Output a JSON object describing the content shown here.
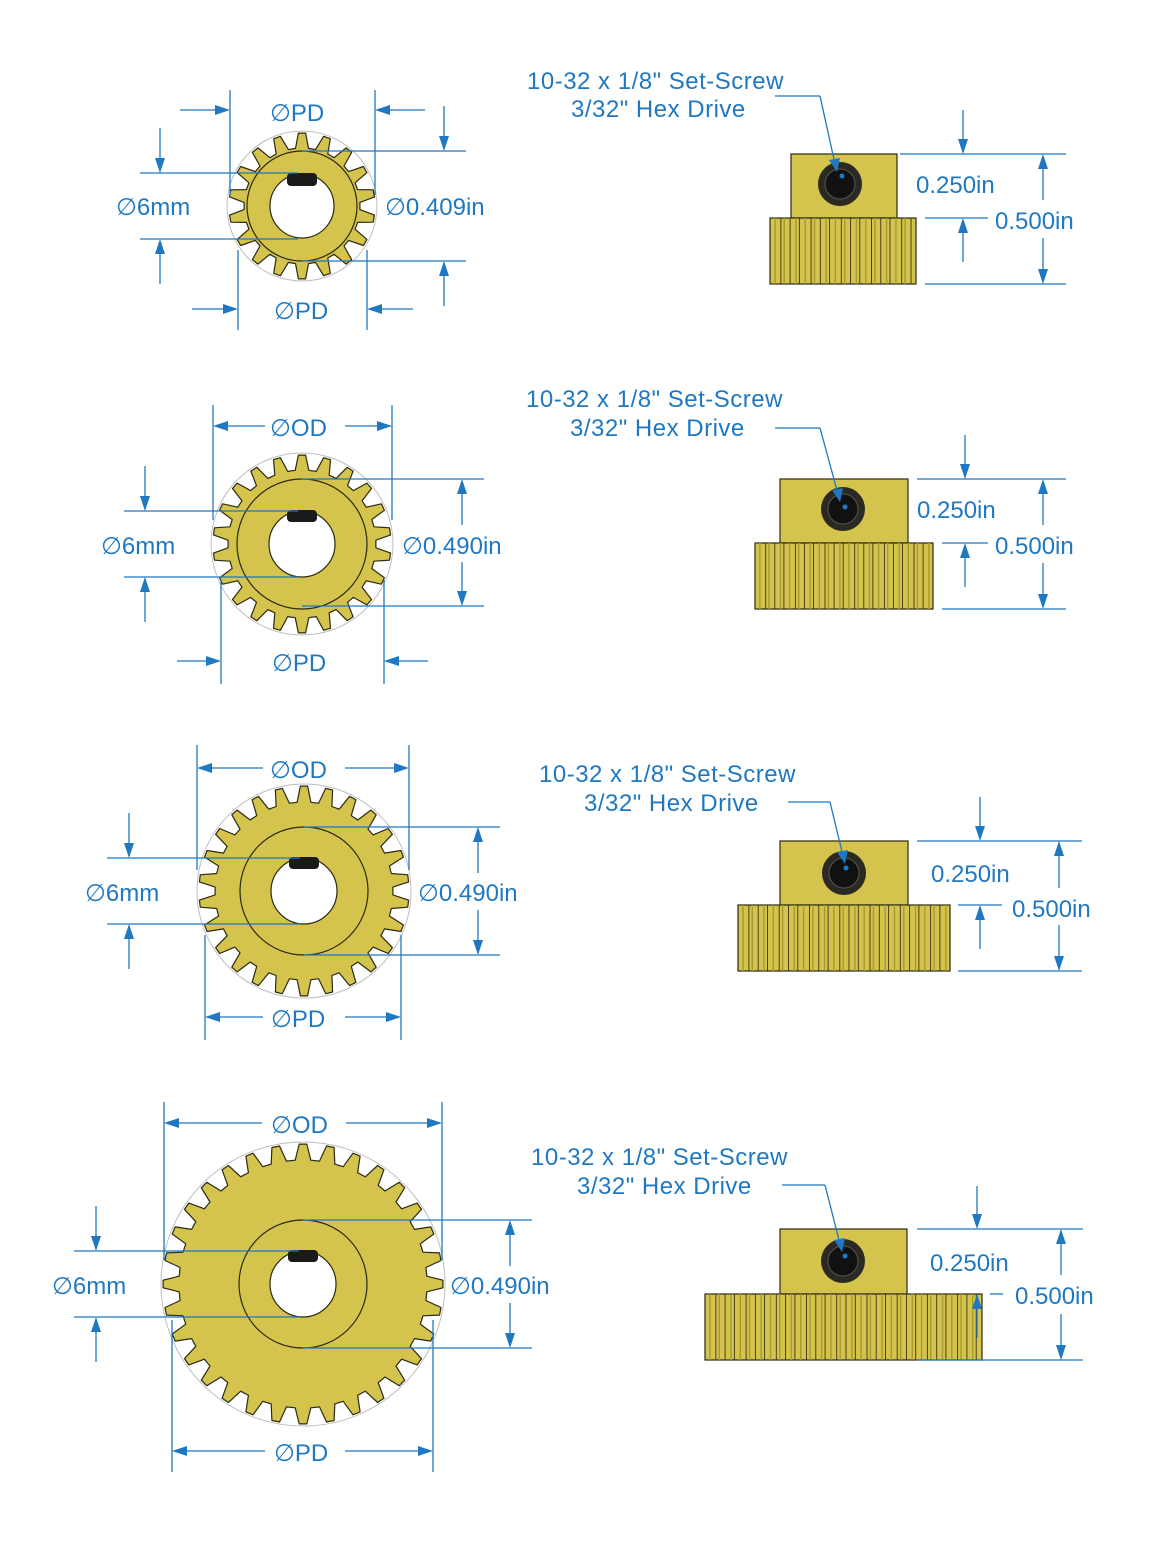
{
  "colors": {
    "dimension": "#1f78c1",
    "brass": "#d4c34c",
    "brass_dark": "#a99a2e",
    "outline": "#2a2a12",
    "setscrew": "#1a1a1a"
  },
  "gears": [
    {
      "teeth": 18,
      "top_label": "PD",
      "bottom_label": "PD",
      "bore_label": "6mm",
      "hub_label": "0.409in",
      "note_line1": "10-32 x 1/8\" Set-Screw",
      "note_line2": "3/32\" Hex Drive",
      "hub_height": "0.250in",
      "total_height": "0.500in"
    },
    {
      "teeth": 22,
      "top_label": "OD",
      "bottom_label": "PD",
      "bore_label": "6mm",
      "hub_label": "0.490in",
      "note_line1": "10-32 x 1/8\" Set-Screw",
      "note_line2": "3/32\" Hex Drive",
      "hub_height": "0.250in",
      "total_height": "0.500in"
    },
    {
      "teeth": 26,
      "top_label": "OD",
      "bottom_label": "PD",
      "bore_label": "6mm",
      "hub_label": "0.490in",
      "note_line1": "10-32 x 1/8\" Set-Screw",
      "note_line2": "3/32\" Hex Drive",
      "hub_height": "0.250in",
      "total_height": "0.500in"
    },
    {
      "teeth": 32,
      "top_label": "OD",
      "bottom_label": "PD",
      "bore_label": "6mm",
      "hub_label": "0.490in",
      "note_line1": "10-32 x 1/8\" Set-Screw",
      "note_line2": "3/32\" Hex Drive",
      "hub_height": "0.250in",
      "total_height": "0.500in"
    }
  ]
}
